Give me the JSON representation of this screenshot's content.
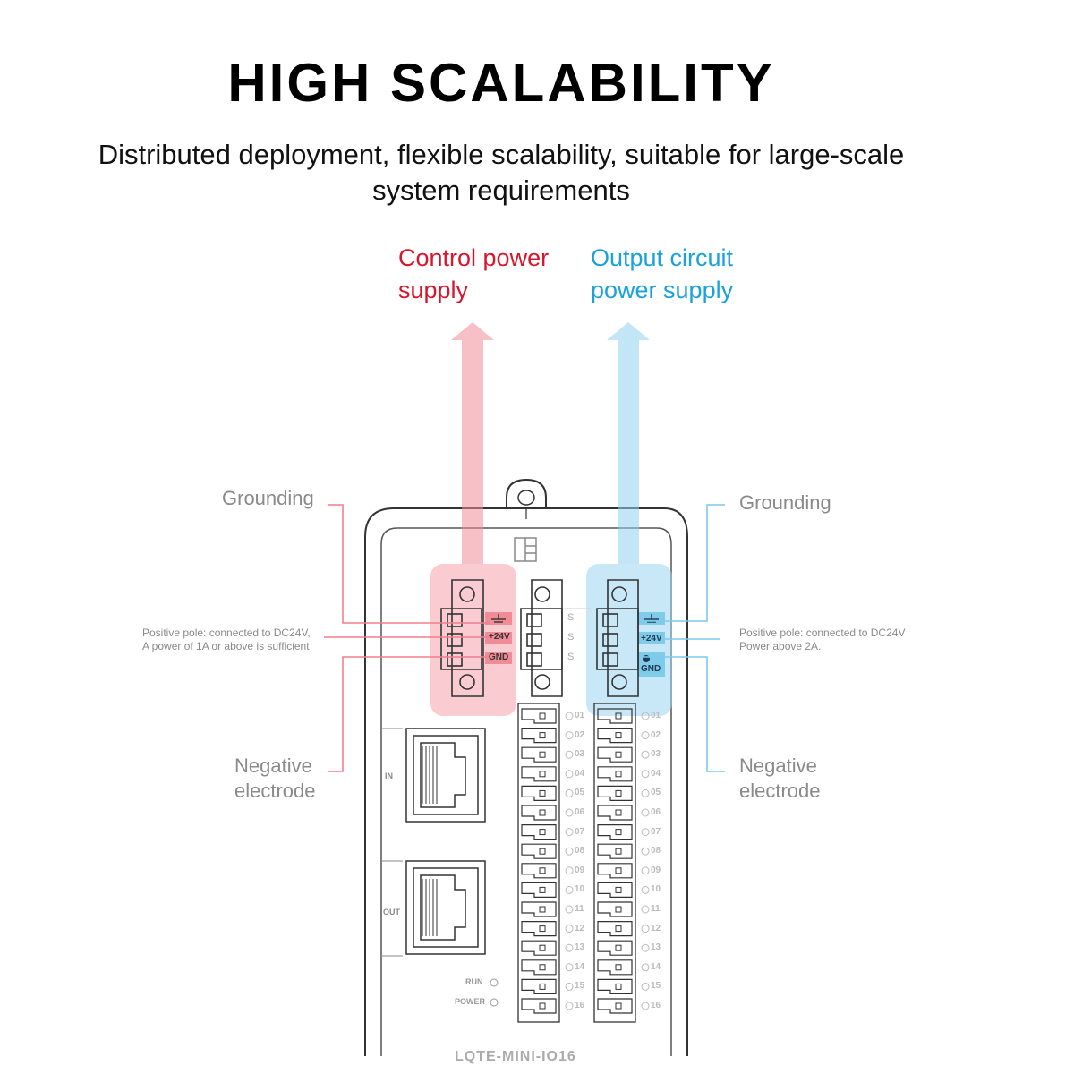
{
  "header": {
    "title": "HIGH SCALABILITY",
    "subtitle_line1": "Distributed deployment, flexible scalability, suitable for large-scale",
    "subtitle_line2": "system requirements"
  },
  "control_supply": {
    "title_line1": "Control power",
    "title_line2": "supply",
    "color": "#d9152c",
    "grounding": "Grounding",
    "positive_line1": "Positive pole: connected to DC24V,",
    "positive_line2": "A power of 1A or above is sufficient",
    "negative_line1": "Negative",
    "negative_line2": "electrode"
  },
  "output_supply": {
    "title_line1": "Output circuit",
    "title_line2": "power supply",
    "color": "#1aa2dc",
    "grounding": "Grounding",
    "positive_line1": "Positive pole: connected to DC24V",
    "positive_line2": "Power above 2A.",
    "negative_line1": "Negative",
    "negative_line2": "electrode"
  },
  "device": {
    "terminal_24v": "+24V",
    "terminal_gnd": "GND",
    "s_label": "S",
    "port_in": "IN",
    "port_out": "OUT",
    "led_run": "RUN",
    "led_power": "POWER",
    "model": "LQTE-MINI-IO16",
    "channels": [
      "01",
      "02",
      "03",
      "04",
      "05",
      "06",
      "07",
      "08",
      "09",
      "10",
      "11",
      "12",
      "13",
      "14",
      "15",
      "16"
    ]
  }
}
